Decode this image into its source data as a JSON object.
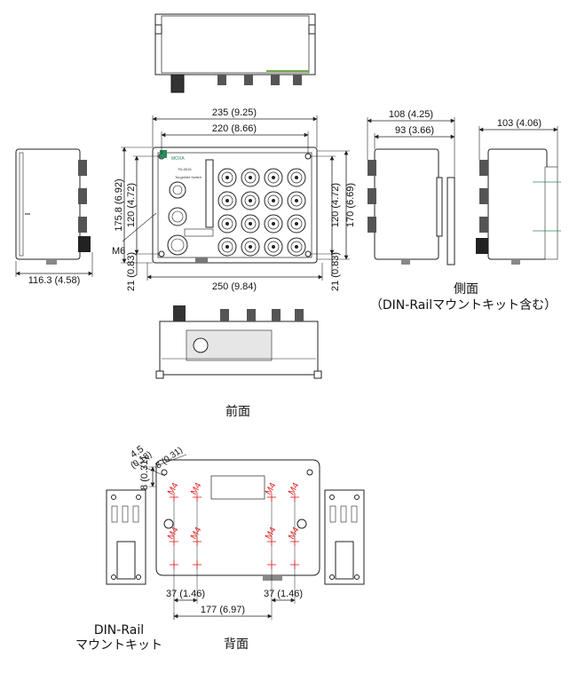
{
  "colors": {
    "line": "#222222",
    "dim": "#e01e1e",
    "body": "#ffffff",
    "light": "#e6e6e6",
    "text": "#111111"
  },
  "front": {
    "w_outer": "235 (9.25)",
    "w_inner": "220 (8.66)",
    "w_bottom": "250 (9.84)",
    "h_outer_left": "175.8 (6.92)",
    "h_inner_left": "120 (4.72)",
    "h_small_left": "21 (0.83)",
    "h_inner_right": "120 (4.72)",
    "h_outer_right": "170 (6.69)",
    "h_small_right": "21 (0.83)",
    "screw": "M6",
    "side_depth": "116.3 (4.58)",
    "brand": "MOXA",
    "model": "TN-5516",
    "product": "ToughNet Switch"
  },
  "side": {
    "w1": "108 (4.25)",
    "w2": "93 (3.66)",
    "w3": "103 (4.06)",
    "caption1": "側面",
    "caption2": "（DIN-Railマウントキット含む）"
  },
  "front_caption": "前面",
  "back": {
    "hole_d": "4.5",
    "hole_d_in": "(0.18)",
    "off1": "8 (0.31)",
    "off2": "8 (0.31)",
    "m4": "M4",
    "d1": "37 (1.46)",
    "d2": "37 (1.46)",
    "d3": "177 (6.97)",
    "caption": "背面"
  },
  "din_label_1": "DIN-Rail",
  "din_label_2": "マウントキット"
}
